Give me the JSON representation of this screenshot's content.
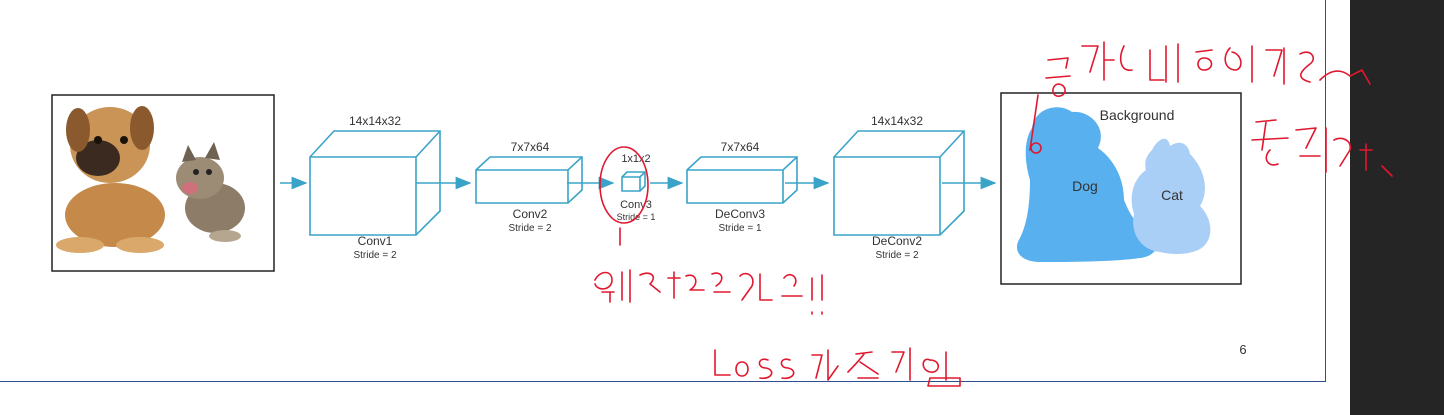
{
  "diagram": {
    "layers": [
      {
        "name": "Conv1",
        "shape": "14x14x32",
        "stride": "Stride = 2"
      },
      {
        "name": "Conv2",
        "shape": "7x7x64",
        "stride": "Stride = 2"
      },
      {
        "name": "Conv3",
        "shape": "1x1x2",
        "stride": "Stride = 1"
      },
      {
        "name": "DeConv3",
        "shape": "7x7x64",
        "stride": "Stride = 1"
      },
      {
        "name": "DeConv2",
        "shape": "14x14x32",
        "stride": "Stride = 2"
      }
    ],
    "output_labels": {
      "background": "Background",
      "dog": "Dog",
      "cat": "Cat"
    },
    "page_number": "6"
  },
  "colors": {
    "layer_edge": "#3aa3c8",
    "dog": "#58b0ef",
    "cat": "#a9cff7",
    "annotation": "#e0182f",
    "frame": "#2f4f8f",
    "sidebar": "#252525"
  }
}
